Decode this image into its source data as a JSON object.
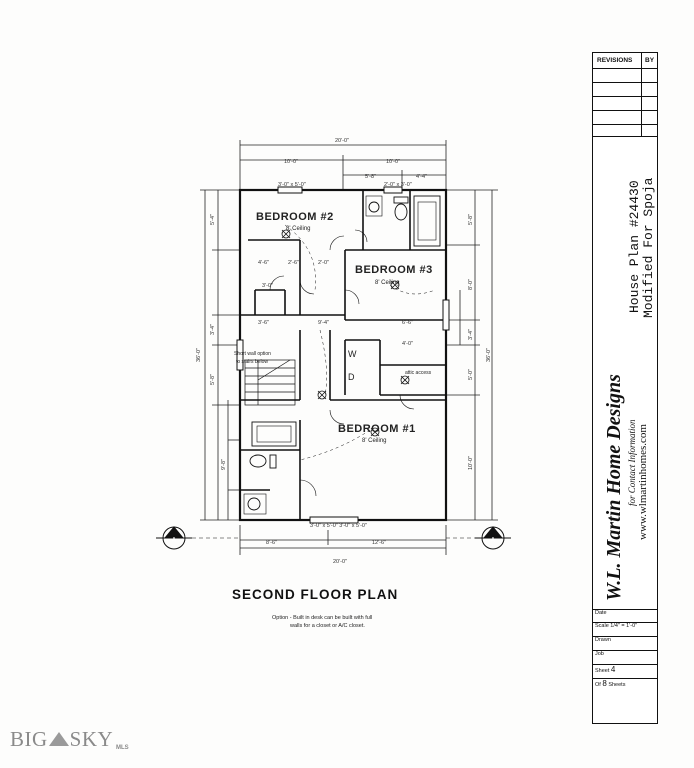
{
  "plan": {
    "title": "SECOND FLOOR PLAN",
    "note_line1": "Option - Built in desk can be built with full",
    "note_line2": "walls for a closet or A/C closet.",
    "rooms": [
      {
        "name": "BEDROOM #2",
        "ceiling": "8' Ceiling"
      },
      {
        "name": "BEDROOM #3",
        "ceiling": "8' Ceiling"
      },
      {
        "name": "BEDROOM #1",
        "ceiling": "8' Ceiling"
      }
    ],
    "attic_access": "attic access",
    "desk_note_1": "Short wall option",
    "desk_note_2": "to stairs below",
    "wd": "W",
    "dryer": "D",
    "dimensions": {
      "top_total": "20'-0\"",
      "top_left": "10'-0\"",
      "top_right": "10'-0\"",
      "top_r1": "5'-8\"",
      "top_r2": "4'-4\"",
      "window1": "3'-0\" x 5'-0\"",
      "window2": "2'-0\" x 3'-0\"",
      "bottom_total": "20'-0\"",
      "bottom_left": "8'-6\"",
      "bottom_right": "12'-6\"",
      "bottom_window": "3'-0\" x 5'-0\" 3'-0\" x 5'-0\"",
      "left_total": "36'-0\"",
      "right_total": "36'-0\"",
      "left_a": "5'-4\"",
      "left_b": "3'-4\"",
      "left_c": "5'-8\"",
      "left_d": "9'-8\"",
      "right_a": "5'-8\"",
      "right_b": "8'-0\"",
      "right_c": "3'-4\"",
      "right_d": "5'-0\"",
      "right_e": "10'-0\"",
      "inner_1": "4'-6\"",
      "inner_2": "2'-6\"",
      "inner_3": "9'-4\"",
      "inner_4": "6'-6\"",
      "inner_5": "3'-6\"",
      "inner_6": "2'-0\"",
      "inner_7": "4'-0\"",
      "inner_8": "3'-0\""
    },
    "section_marker": "A"
  },
  "title_block": {
    "revisions": "REVISIONS",
    "by": "BY",
    "plan_line1": "House Plan #24430",
    "plan_line2": "Modified For Spoja",
    "company": "W.L. Martin Home Designs",
    "contact": "for Contact Information",
    "website": "www.wlmartinhomes.com",
    "date_label": "Date",
    "scale_label": "Scale",
    "scale_value": "1/4\" = 1'-0\"",
    "drawn_label": "Drawn",
    "job_label": "Job",
    "sheet_label": "Sheet",
    "sheet_value": "4",
    "of_label": "Of",
    "of_value": "8",
    "sheets_label": "Sheets"
  },
  "watermark": {
    "text_left": "BIG",
    "text_right": "SKY",
    "suffix": "MLS"
  }
}
